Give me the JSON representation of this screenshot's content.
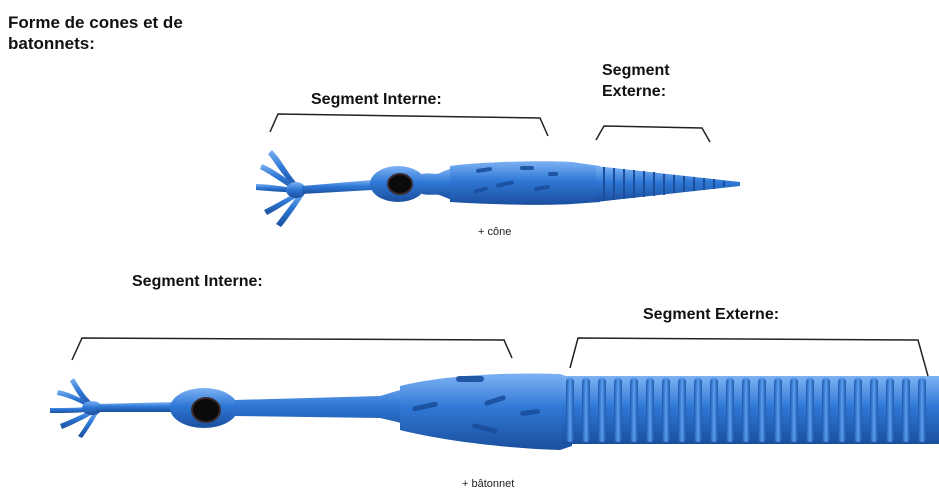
{
  "title": "Forme de cones et de batonnets:",
  "cone": {
    "inner_label": "Segment Interne:",
    "outer_label_line1": "Segment",
    "outer_label_line2": "Externe:",
    "caption": "+ cône"
  },
  "rod": {
    "inner_label": "Segment Interne:",
    "outer_label": "Segment Externe:",
    "caption": "+ bâtonnet"
  },
  "colors": {
    "cell_blue": "#2f78d6",
    "cell_dark": "#1b4f9e",
    "cell_light": "#6fa8f0",
    "nucleus": "#0a0a0a",
    "bracket": "#222222"
  }
}
